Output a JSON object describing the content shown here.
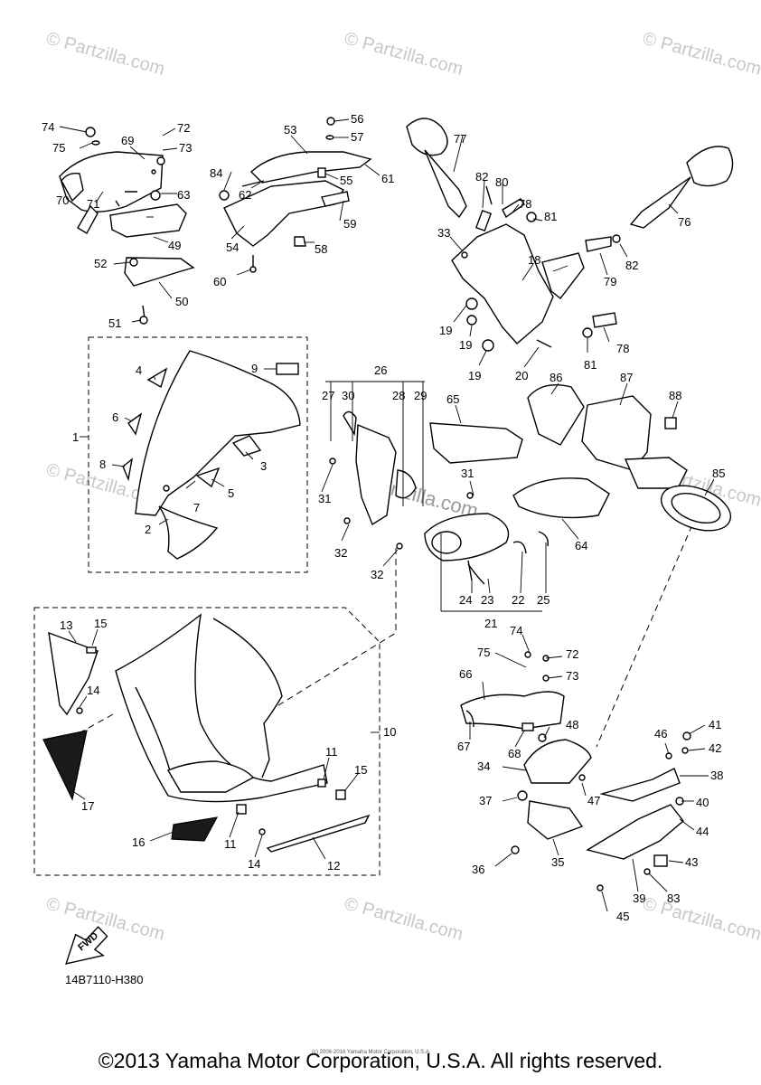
{
  "watermark": {
    "text": "© Partzilla.com",
    "center_text": "Partzilla.com"
  },
  "diagram_code": "14B7110-H380",
  "fwd_label": "FWD",
  "copyright": "©2013 Yamaha Motor Corporation, U.S.A. All rights reserved.",
  "copyright_small": "(c) 2006-2016 Yamaha Motor Corporation, U.S.A.",
  "callouts": {
    "c1": "1",
    "c2": "2",
    "c3": "3",
    "c4": "4",
    "c5": "5",
    "c6": "6",
    "c7": "7",
    "c8": "8",
    "c9": "9",
    "c10": "10",
    "c11a": "11",
    "c11b": "11",
    "c12": "12",
    "c13": "13",
    "c14a": "14",
    "c14b": "14",
    "c15a": "15",
    "c15b": "15",
    "c16": "16",
    "c17": "17",
    "c18": "18",
    "c19a": "19",
    "c19b": "19",
    "c19c": "19",
    "c20": "20",
    "c21": "21",
    "c22": "22",
    "c23": "23",
    "c24": "24",
    "c25": "25",
    "c26": "26",
    "c27": "27",
    "c28": "28",
    "c29": "29",
    "c30": "30",
    "c31a": "31",
    "c31b": "31",
    "c32a": "32",
    "c32b": "32",
    "c33": "33",
    "c34": "34",
    "c35": "35",
    "c36": "36",
    "c37": "37",
    "c38": "38",
    "c39": "39",
    "c40": "40",
    "c41": "41",
    "c42": "42",
    "c43": "43",
    "c44": "44",
    "c45": "45",
    "c46": "46",
    "c47": "47",
    "c48": "48",
    "c49": "49",
    "c50": "50",
    "c51": "51",
    "c52": "52",
    "c53": "53",
    "c54": "54",
    "c55": "55",
    "c56": "56",
    "c57": "57",
    "c58": "58",
    "c59": "59",
    "c60": "60",
    "c61": "61",
    "c62": "62",
    "c63": "63",
    "c64": "64",
    "c65": "65",
    "c66": "66",
    "c67": "67",
    "c68": "68",
    "c69": "69",
    "c70": "70",
    "c71": "71",
    "c72a": "72",
    "c72b": "72",
    "c73a": "73",
    "c73b": "73",
    "c74a": "74",
    "c74b": "74",
    "c75a": "75",
    "c75b": "75",
    "c76": "76",
    "c77": "77",
    "c78a": "78",
    "c78b": "78",
    "c79": "79",
    "c80": "80",
    "c81a": "81",
    "c81b": "81",
    "c82a": "82",
    "c82b": "82",
    "c83": "83",
    "c84": "84",
    "c85": "85",
    "c86": "86",
    "c87": "87",
    "c88": "88"
  }
}
